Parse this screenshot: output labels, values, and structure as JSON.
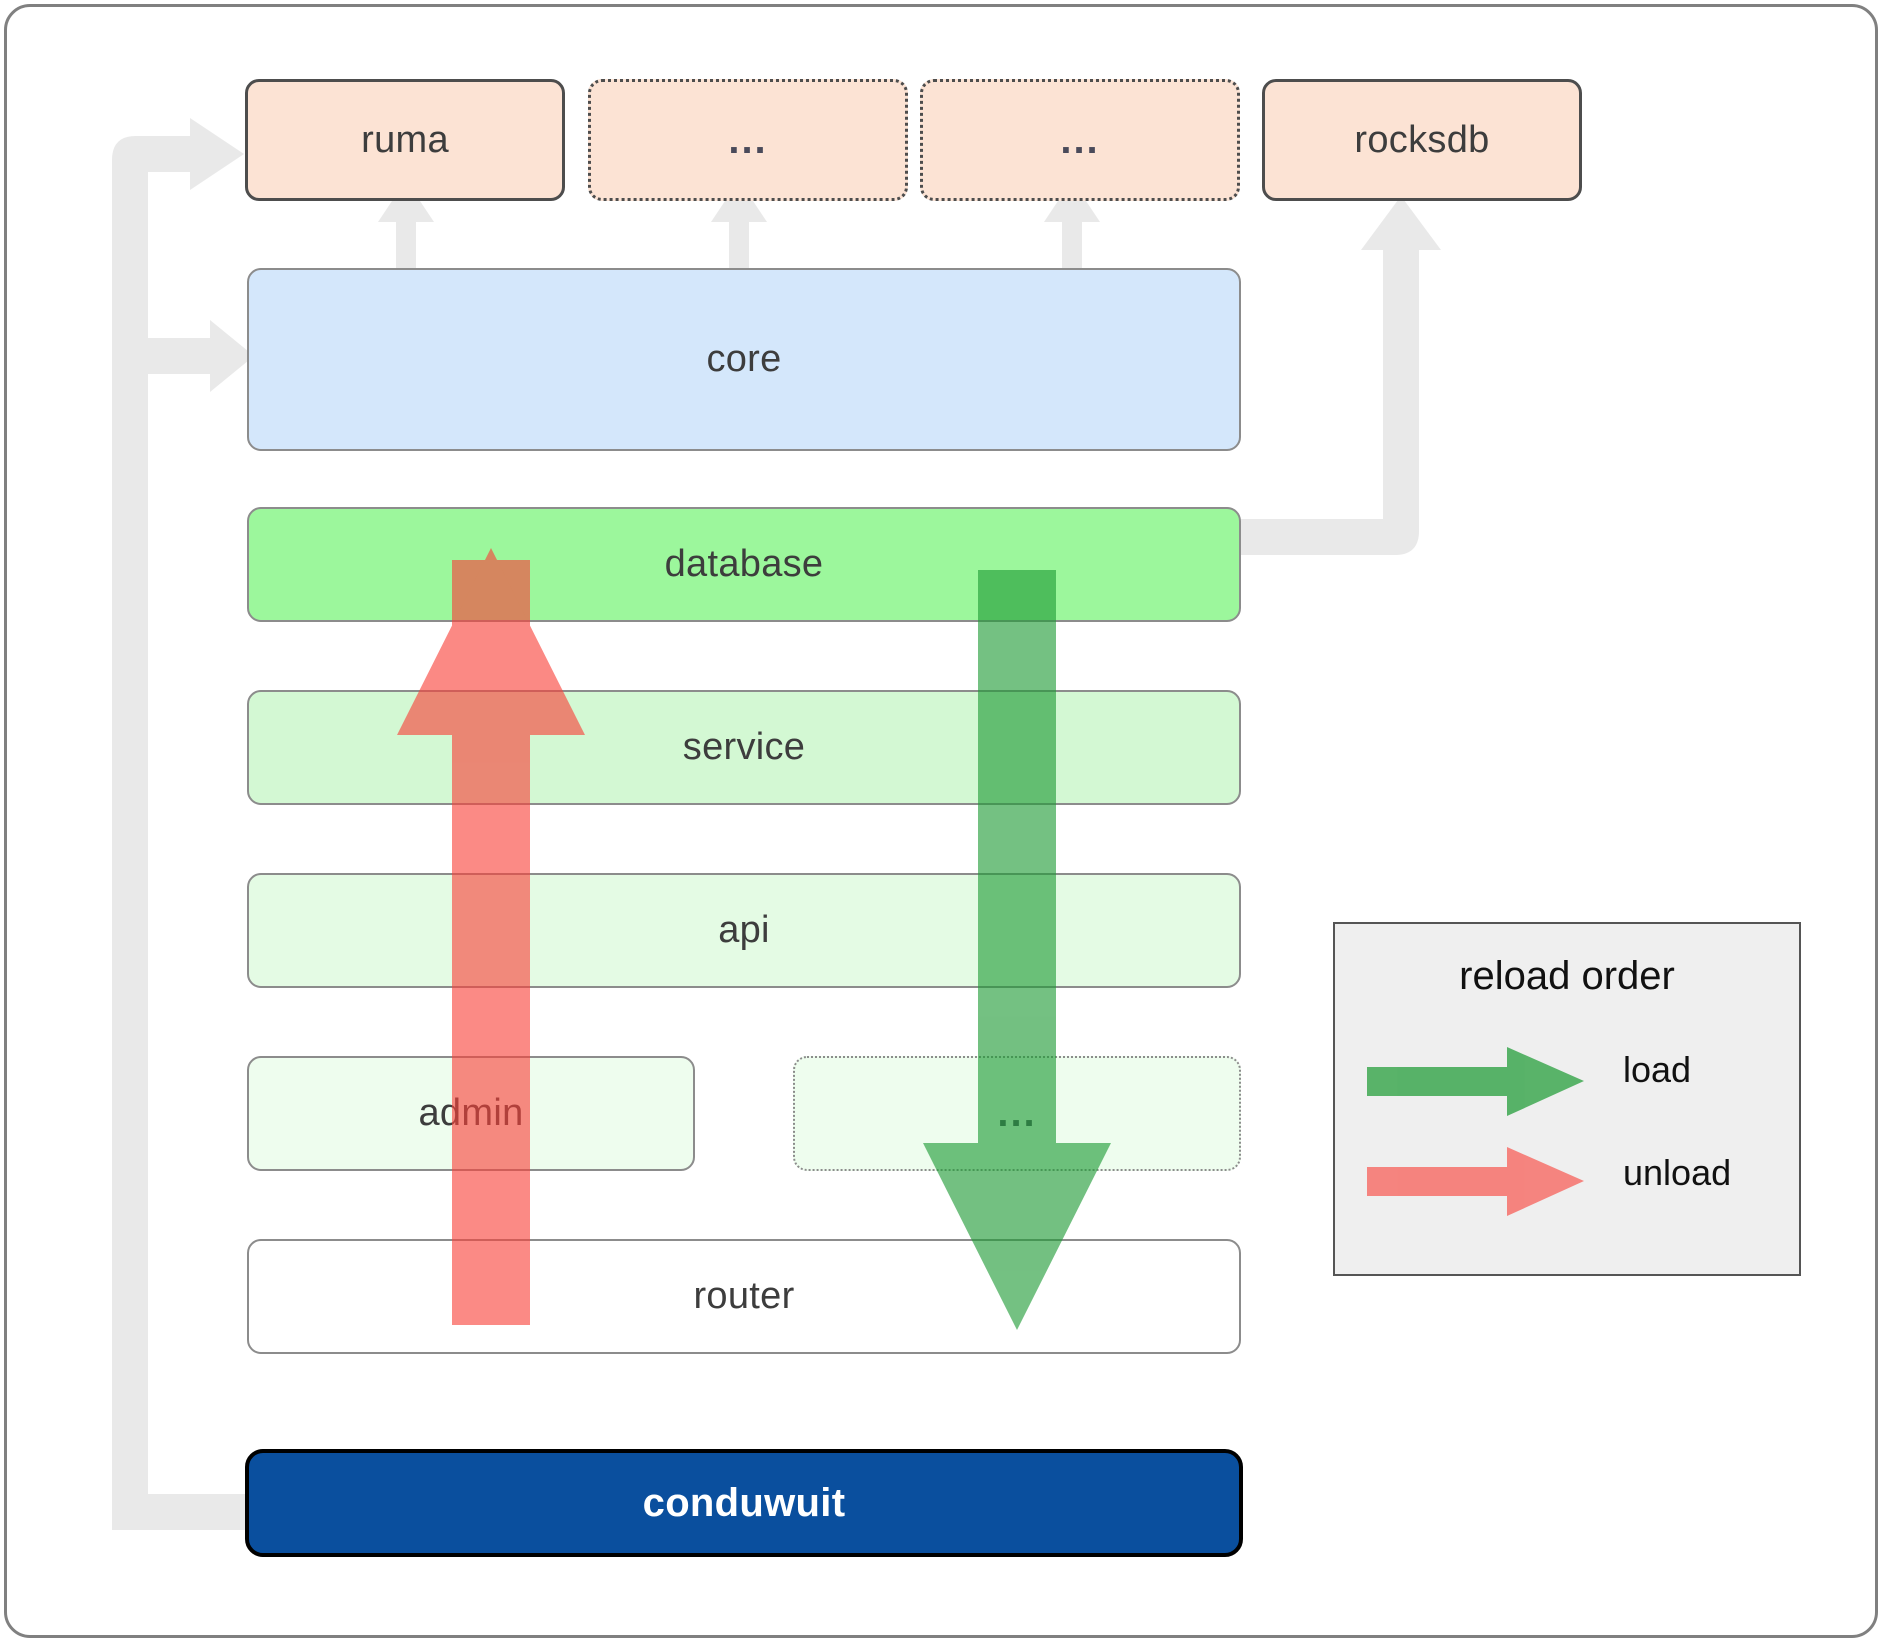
{
  "diagram": {
    "title": "conduwuit crate architecture / reload order",
    "type": "layered-architecture-diagram"
  },
  "dependencies": [
    {
      "label": "ruma",
      "style": "solid",
      "name": "dep-box-ruma"
    },
    {
      "label": "...",
      "style": "dotted",
      "name": "dep-box-ellipsis-1"
    },
    {
      "label": "...",
      "style": "dotted",
      "name": "dep-box-ellipsis-2"
    },
    {
      "label": "rocksdb",
      "style": "solid",
      "name": "dep-box-rocksdb"
    }
  ],
  "stack": [
    {
      "label": "core",
      "name": "stack-box-core"
    },
    {
      "label": "database",
      "name": "stack-box-database"
    },
    {
      "label": "service",
      "name": "stack-box-service"
    },
    {
      "label": "api",
      "name": "stack-box-api"
    },
    {
      "label": "admin",
      "name": "stack-box-admin"
    },
    {
      "label": "...",
      "name": "stack-box-ellipsis"
    },
    {
      "label": "router",
      "name": "stack-box-router"
    }
  ],
  "root": {
    "label": "conduwuit"
  },
  "legend": {
    "title": "reload order",
    "load_label": "load",
    "unload_label": "unload"
  },
  "colors": {
    "dependency_fill": "#fce3d4",
    "dependency_border": "#4d4d4d",
    "core_fill": "#d4e7fb",
    "database_fill": "#9cf79c",
    "service_fill": "#d3f8d3",
    "api_fill": "#e4fbe4",
    "admin_fill": "#eefdee",
    "router_fill": "#ffffff",
    "root_fill": "#0a4f9e",
    "root_text": "#ffffff",
    "load_arrow": "#3ba145",
    "unload_arrow": "#f86a6a",
    "connector": "#e8e8e8",
    "frame_border": "#808080",
    "legend_fill": "#efefef"
  }
}
